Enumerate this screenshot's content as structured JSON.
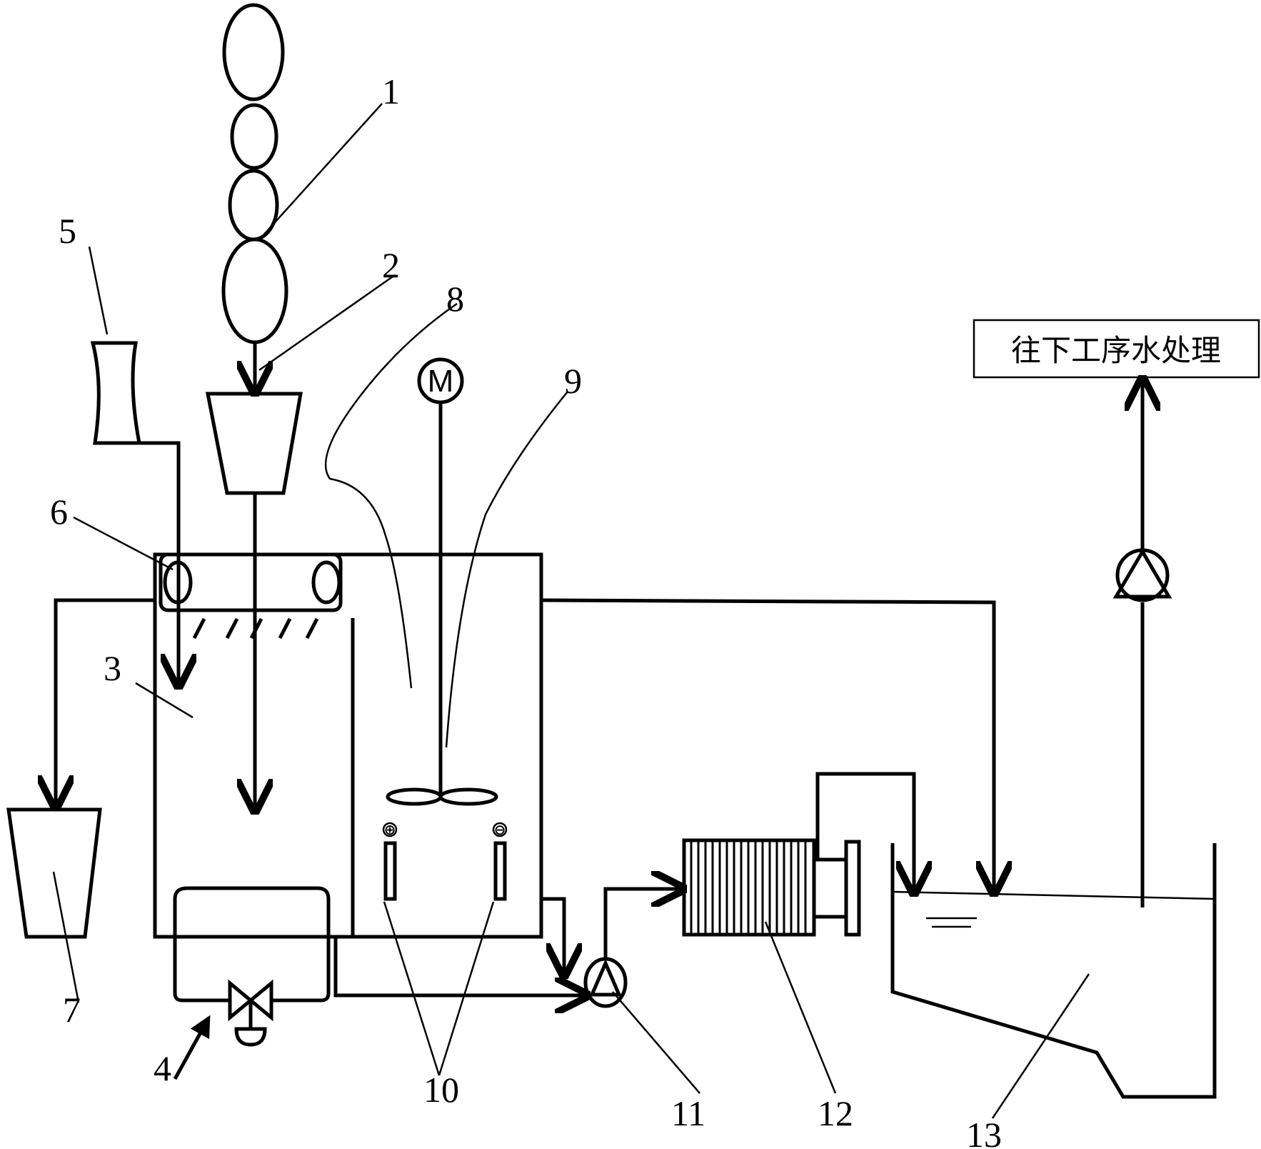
{
  "labels": {
    "l1": "1",
    "l2": "2",
    "l3": "3",
    "l4": "4",
    "l5": "5",
    "l6": "6",
    "l7": "7",
    "l8": "8",
    "l9": "9",
    "l10": "10",
    "l11": "11",
    "l12": "12",
    "l13": "13"
  },
  "next_process_box": "往下工序水处理",
  "motor_symbol": "M",
  "electrode_signs": {
    "positive": "⊕",
    "negative": "⊖"
  }
}
